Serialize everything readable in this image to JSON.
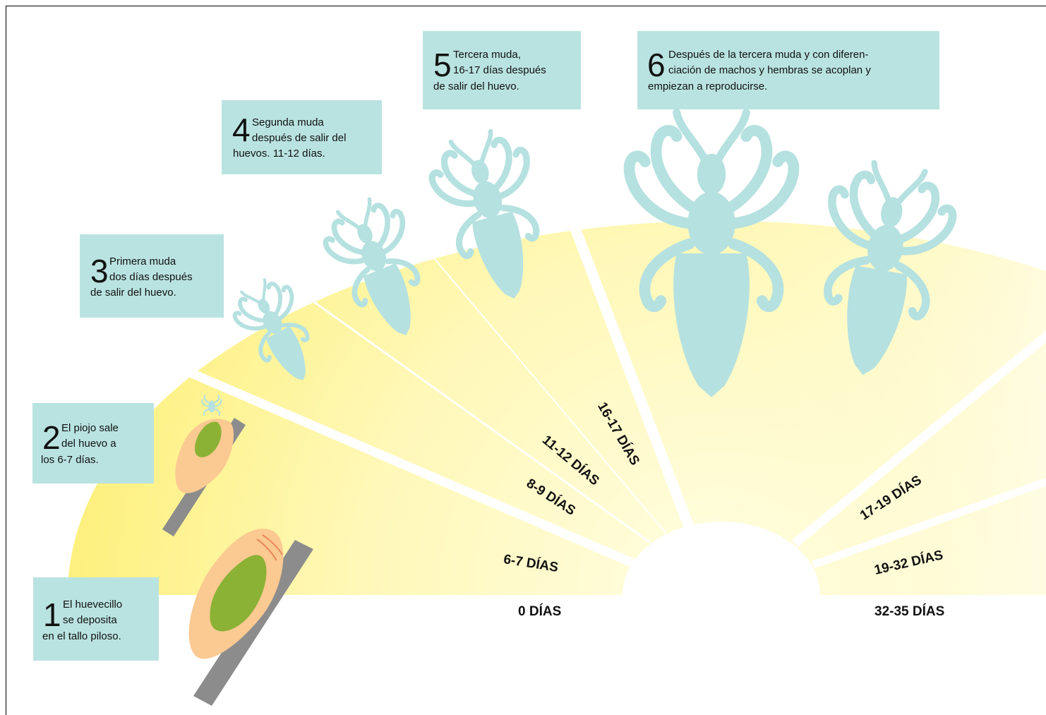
{
  "steps": [
    {
      "num": "1",
      "line1": "El huevecillo",
      "line2": "se deposita",
      "line3": "en el tallo piloso."
    },
    {
      "num": "2",
      "line1": "El piojo sale",
      "line2": "del huevo a",
      "line3": "los 6-7 días."
    },
    {
      "num": "3",
      "line1": "Primera muda",
      "line2": "dos días después",
      "line3": "de salir del huevo."
    },
    {
      "num": "4",
      "line1": "Segunda muda",
      "line2": "después de salir del",
      "line3": "huevos. 11-12 días."
    },
    {
      "num": "5",
      "line1": "Tercera muda,",
      "line2": "16-17 días después",
      "line3": "de salir del huevo."
    },
    {
      "num": "6",
      "line1": "Después de la tercera muda y con diferen-",
      "line2": "ciación de machos y hembras se acoplan y",
      "line3": "empiezan a reproducirse."
    }
  ],
  "day_labels": {
    "d0": "0 DÍAS",
    "d6_7": "6-7 DÍAS",
    "d8_9": "8-9 DÍAS",
    "d11_12": "11-12 DÍAS",
    "d16_17": "16-17 DÍAS",
    "d17_19": "17-19 DÍAS",
    "d19_32": "19-32 DÍAS",
    "d32_35": "32-35 DÍAS"
  },
  "colors": {
    "box": "#b9e3e1",
    "louse": "#b5e1e0",
    "fan_inner": "#fdf18a",
    "fan_outer": "#fffde6",
    "egg_shell": "#fbc992",
    "egg_inner": "#8bb234",
    "hair": "#8c8c8c"
  },
  "icons": [
    "egg-icon",
    "hair-shaft-icon",
    "louse-icon"
  ]
}
